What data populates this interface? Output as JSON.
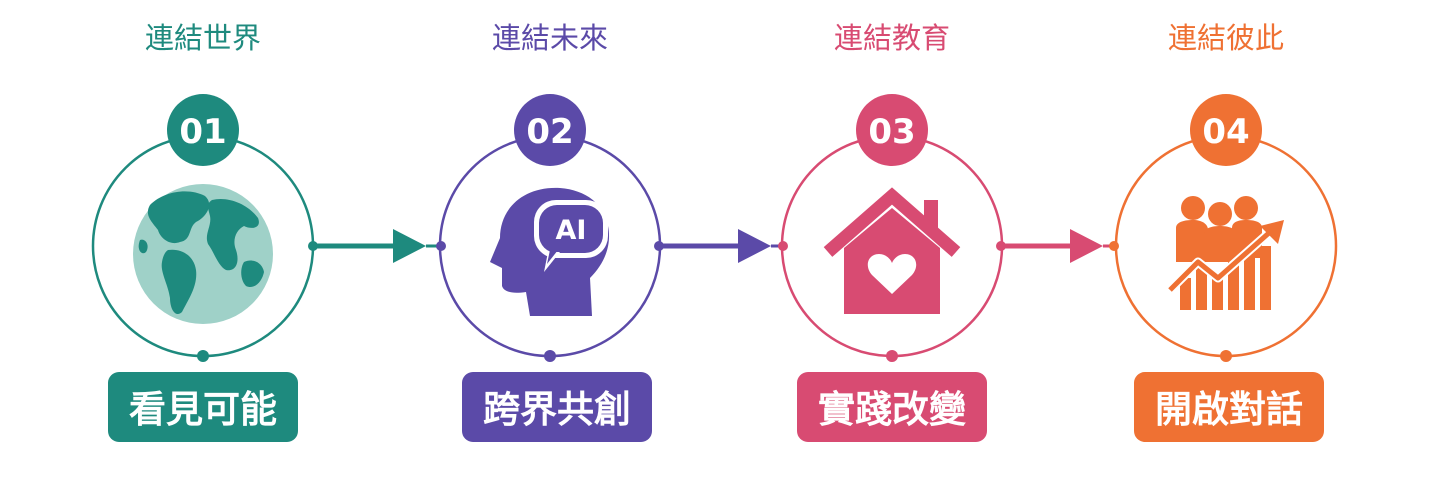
{
  "steps": [
    {
      "top_label": "連結世界",
      "number": "01",
      "title": "看見可能",
      "icon": "globe-icon",
      "color": "#1e8a7e"
    },
    {
      "top_label": "連結未來",
      "number": "02",
      "title": "跨界共創",
      "icon": "ai-head-icon",
      "color": "#5b4aa8",
      "icon_text": "AI"
    },
    {
      "top_label": "連結教育",
      "number": "03",
      "title": "實踐改變",
      "icon": "house-heart-icon",
      "color": "#d84b72"
    },
    {
      "top_label": "連結彼此",
      "number": "04",
      "title": "開啟對話",
      "icon": "people-growth-icon",
      "color": "#ef7133"
    }
  ],
  "connectors": [
    {
      "from": "01",
      "to": "02",
      "color": "#1e8a7e"
    },
    {
      "from": "02",
      "to": "03",
      "color": "#5b4aa8"
    },
    {
      "from": "03",
      "to": "04",
      "color": "#d84b72"
    }
  ]
}
